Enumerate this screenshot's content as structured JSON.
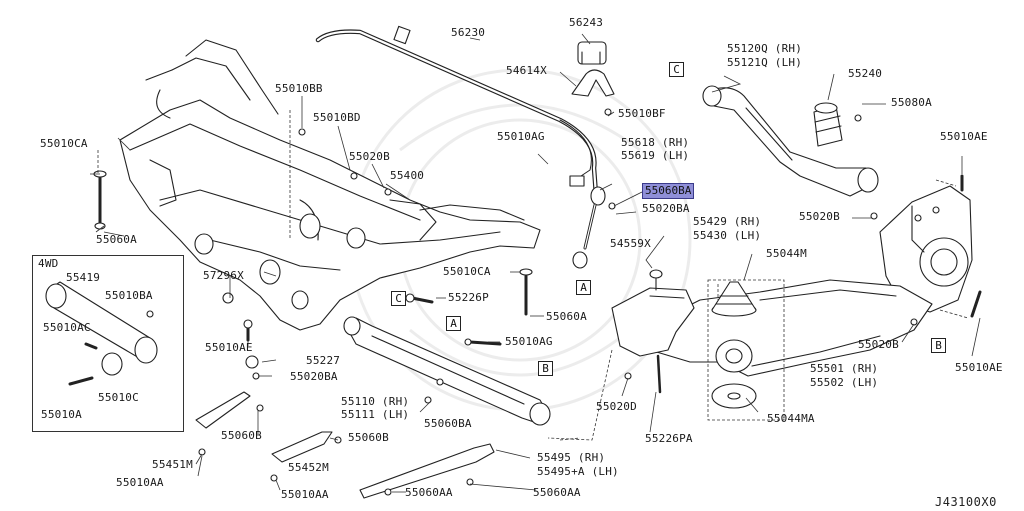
{
  "labels": {
    "p56230": "56230",
    "p56243": "56243",
    "p54614x": "54614X",
    "p55010bf": "55010BF",
    "p55010ag_top": "55010AG",
    "p55618": "55618 (RH)",
    "p55619": "55619 (LH)",
    "p55060ba_hl": "55060BA",
    "p55020ba_r": "55020BA",
    "p55120q": "55120Q (RH)",
    "p55121q": "55121Q (LH)",
    "p55240": "55240",
    "p55080a": "55080A",
    "p55010ae_top": "55010AE",
    "p55020b_r": "55020B",
    "p55429": "55429 (RH)",
    "p55430": "55430 (LH)",
    "p54559x": "54559X",
    "p55044m": "55044M",
    "p55010ca_mid": "55010CA",
    "p55226p": "55226P",
    "p55060a_mid": "55060A",
    "p55010bb": "55010BB",
    "p55010bd": "55010BD",
    "p55020b_l": "55020B",
    "p55400": "55400",
    "p55010ca_left": "55010CA",
    "p55060a_left": "55060A",
    "p4wd": "4WD",
    "p55419": "55419",
    "p55010ba": "55010BA",
    "p55010ac": "55010AC",
    "p55010c": "55010C",
    "p55010a": "55010A",
    "p57296x": "57296X",
    "p55010ae_left": "55010AE",
    "p55227": "55227",
    "p55020ba_l": "55020BA",
    "p55060b_l": "55060B",
    "p55451m": "55451M",
    "p55010aa_1": "55010AA",
    "p55452m": "55452M",
    "p55060b_m": "55060B",
    "p55010aa_2": "55010AA",
    "p55060aa_1": "55060AA",
    "p55060aa_2": "55060AA",
    "p55495": "55495 (RH)",
    "p55495a": "55495+A (LH)",
    "p55110": "55110 (RH)",
    "p55111": "55111 (LH)",
    "p55060ba_b": "55060BA",
    "p55010ag_mid": "55010AG",
    "p55020d": "55020D",
    "p55226pa": "55226PA",
    "p55044ma": "55044MA",
    "p55501": "55501 (RH)",
    "p55502": "55502 (LH)",
    "p55020b_b": "55020B",
    "p55010ae_r": "55010AE",
    "diagram_code": "J43100X0"
  },
  "refs": {
    "a": "A",
    "b": "B",
    "c": "C"
  }
}
